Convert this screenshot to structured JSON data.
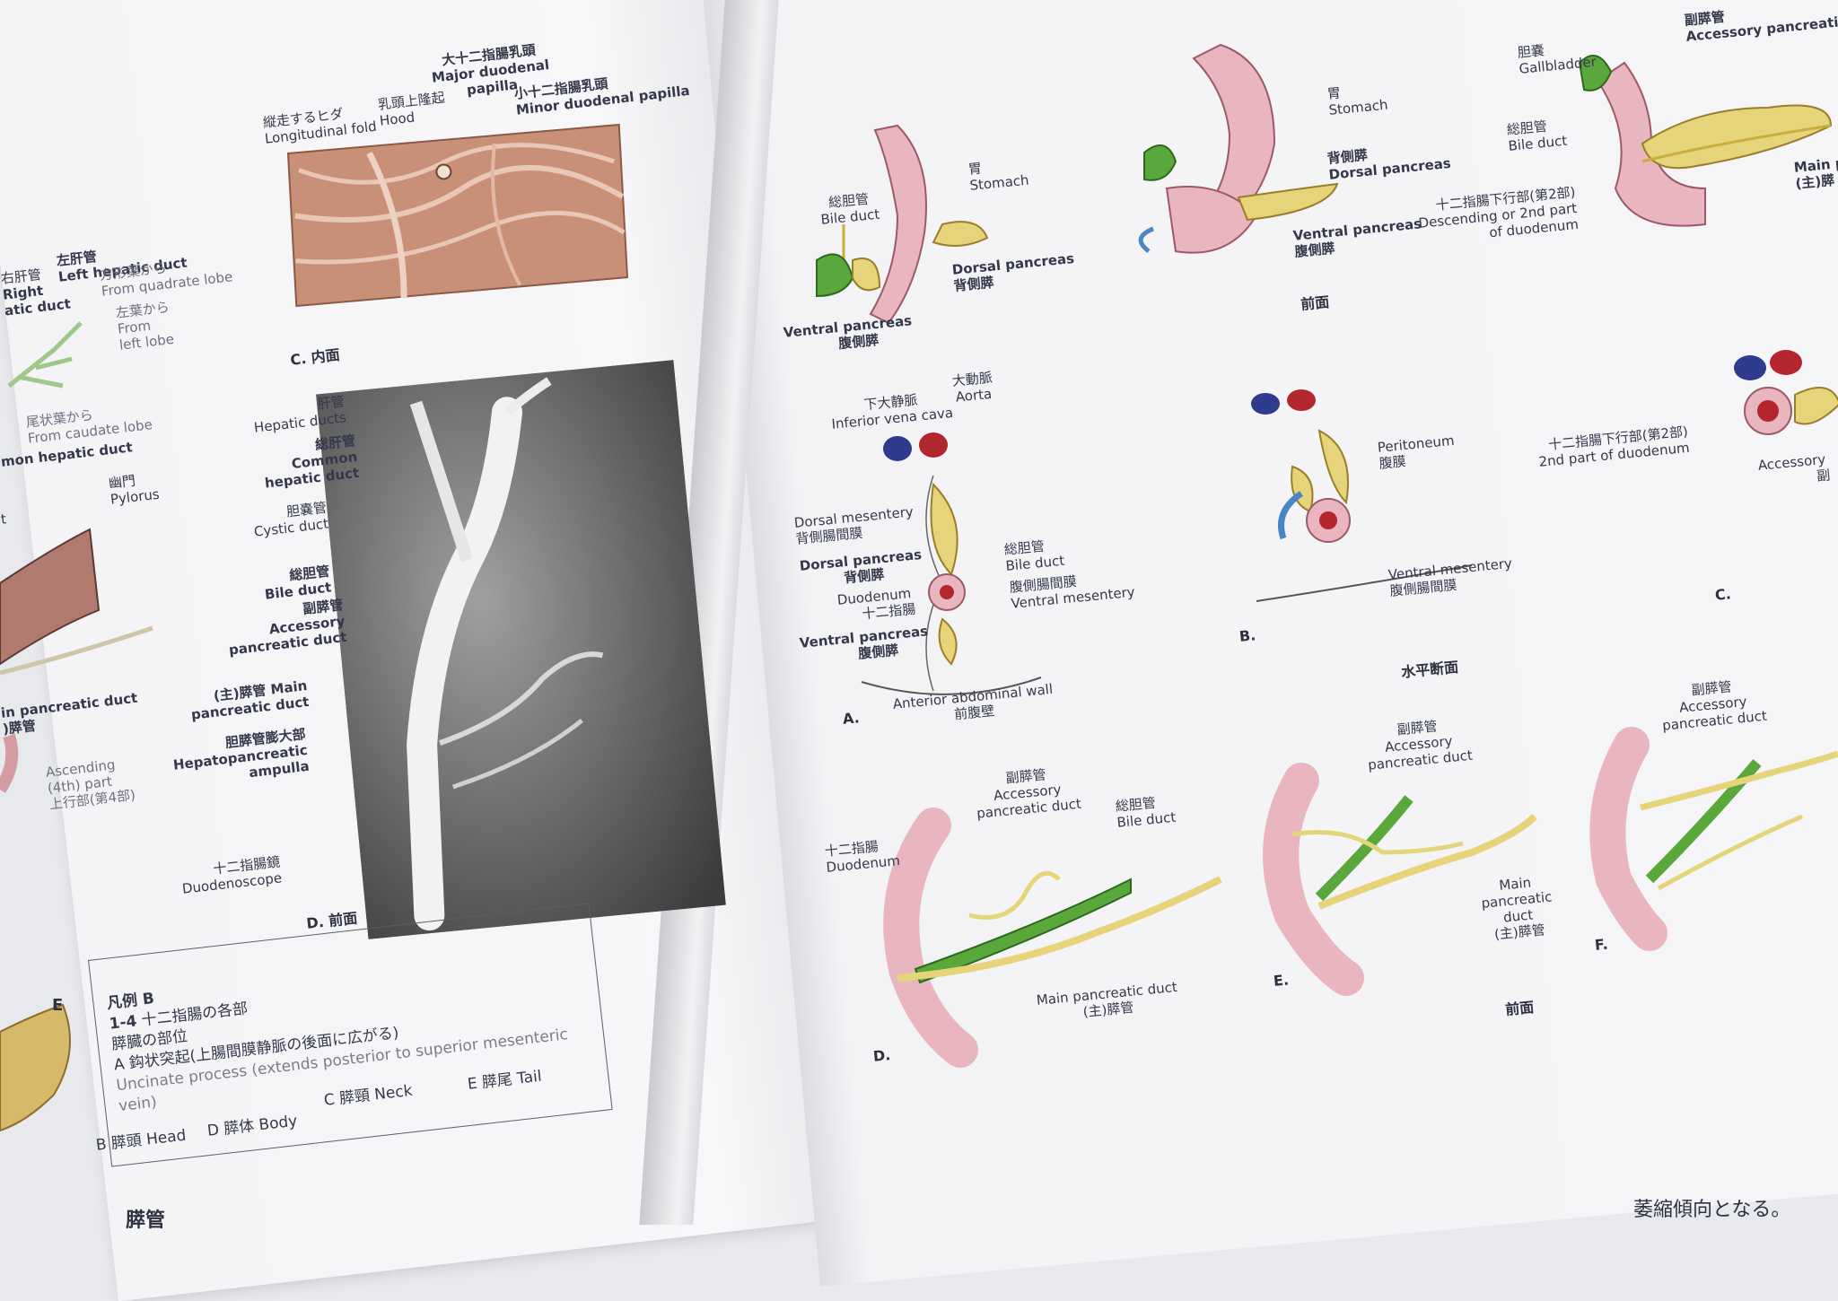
{
  "left_page": {
    "fig_c": {
      "caption": "C. 内面",
      "labels": [
        {
          "jp": "大十二指腸乳頭",
          "en": "Major duodenal",
          "en2": "papilla"
        },
        {
          "jp": "縦走するヒダ",
          "en": "Longitudinal fold"
        },
        {
          "jp": "乳頭上隆起",
          "en": "Hood"
        },
        {
          "jp": "小十二指腸乳頭",
          "en": "Minor duodenal papilla"
        }
      ]
    },
    "fig_d": {
      "caption": "D. 前面",
      "labels": [
        {
          "jp": "肝管",
          "en": "Hepatic ducts"
        },
        {
          "jp": "総肝管",
          "en": "Common",
          "en2": "hepatic duct"
        },
        {
          "jp": "胆嚢管",
          "en": "Cystic duct"
        },
        {
          "jp": "総胆管",
          "en": "Bile duct"
        },
        {
          "jp": "副膵管",
          "en": "Accessory",
          "en2": "pancreatic duct"
        },
        {
          "jp": "(主)膵管",
          "en": "Main",
          "en2": "pancreatic duct"
        },
        {
          "jp": "胆膵管膨大部",
          "en": "Hepatopancreatic",
          "en2": "ampulla"
        },
        {
          "jp": "十二指腸鏡",
          "en": "Duodenoscope"
        }
      ]
    },
    "left_edge_labels": [
      "右肝管",
      "Right",
      "atic duct",
      "左肝管",
      "Left hepatic duct",
      "方形葉から",
      "From quadrate lobe",
      "左葉から",
      "From",
      "left lobe",
      "尾状葉から",
      "From caudate lobe",
      "mon hepatic duct",
      "t",
      "幽門",
      "Pylorus",
      "in pancreatic duct",
      ")膵管",
      "Ascending",
      "(4th) part",
      "上行部(第4部)"
    ],
    "legend": {
      "title": "凡例 B",
      "line1_num": "1-4",
      "line1": "十二指腸の各部",
      "line2": "膵臓の部位",
      "a": "A 鈎状突起(上腸間膜静脈の後面に広がる)",
      "a_en": "Uncinate process (extends posterior to superior mesenteric",
      "a_en2": "vein)",
      "c": "C 膵頸 Neck",
      "e": "E 膵尾 Tail",
      "b": "B 膵頭 Head",
      "d": "D 膵体 Body"
    },
    "fig_e_letter": "E",
    "footer": "膵管"
  },
  "right_page": {
    "top_row": {
      "fig1_labels": [
        {
          "jp": "総胆管",
          "en": "Bile duct"
        },
        {
          "jp": "胃",
          "en": "Stomach"
        },
        {
          "en": "Dorsal pancreas",
          "jp": "背側膵"
        },
        {
          "en": "Ventral pancreas",
          "jp": "腹側膵"
        }
      ],
      "fig2_labels": [
        {
          "jp": "胃",
          "en": "Stomach"
        },
        {
          "jp": "背側膵",
          "en": "Dorsal pancreas"
        },
        {
          "en": "Ventral pancreas",
          "jp": "腹側膵"
        }
      ],
      "fig2_caption": "前面",
      "fig3_labels": [
        {
          "jp": "胆嚢",
          "en": "Gallbladder"
        },
        {
          "jp": "副膵管",
          "en": "Accessory pancreatic duct"
        },
        {
          "jp": "総胆管",
          "en": "Bile duct"
        },
        {
          "jp": "十二指腸下行部(第2部)",
          "en": "Descending or 2nd part",
          "en2": "of duodenum"
        },
        {
          "en": "Main p",
          "jp": "(主)膵"
        }
      ]
    },
    "middle_row": {
      "a_labels": [
        {
          "jp": "下大静脈",
          "en": "Inferior vena cava"
        },
        {
          "jp": "大動脈",
          "en": "Aorta"
        },
        {
          "en": "Dorsal mesentery",
          "jp": "背側腸間膜"
        },
        {
          "en": "Dorsal pancreas",
          "jp": "背側膵"
        },
        {
          "en": "Duodenum",
          "jp": "十二指腸"
        },
        {
          "en": "Ventral pancreas",
          "jp": "腹側膵"
        },
        {
          "jp": "総胆管",
          "en": "Bile duct"
        },
        {
          "jp": "腹側腸間膜",
          "en": "Ventral mesentery"
        },
        {
          "en": "Anterior abdominal wall",
          "jp": "前腹壁"
        }
      ],
      "a_letter": "A.",
      "b_labels": [
        {
          "en": "Peritoneum",
          "jp": "腹膜"
        },
        {
          "en": "Ventral mesentery",
          "jp": "腹側腸間膜"
        }
      ],
      "b_letter": "B.",
      "caption": "水平断面",
      "c_labels": [
        {
          "jp": "十二指腸下行部(第2部)",
          "en": "2nd part of duodenum"
        },
        {
          "en": "Accessory",
          "jp": "副"
        }
      ],
      "c_letter": "C."
    },
    "bottom_row": {
      "d_labels": [
        {
          "jp": "十二指腸",
          "en": "Duodenum"
        },
        {
          "jp": "副膵管",
          "en": "Accessory",
          "en2": "pancreatic duct"
        },
        {
          "jp": "総胆管",
          "en": "Bile duct"
        },
        {
          "en": "Main pancreatic duct",
          "jp": "(主)膵管"
        }
      ],
      "d_letter": "D.",
      "e_labels": [
        {
          "jp": "副膵管",
          "en": "Accessory",
          "en2": "pancreatic duct"
        },
        {
          "en": "Main",
          "en2": "pancreatic",
          "en3": "duct",
          "jp": "(主)膵管"
        }
      ],
      "e_letter": "E.",
      "caption": "前面",
      "f_labels": [
        {
          "jp": "副膵管",
          "en": "Accessory",
          "en2": "pancreatic duct"
        }
      ],
      "f_letter": "F."
    },
    "footer": "萎縮傾向となる。"
  },
  "colors": {
    "pancreas": "#e6d47a",
    "pancreas_dark": "#c9ae3c",
    "gallbladder": "#5aa83c",
    "duodenum": "#e9b6bf",
    "vena_cava": "#2f3b8c",
    "aorta": "#b3262d",
    "arrow": "#4a86c6"
  }
}
